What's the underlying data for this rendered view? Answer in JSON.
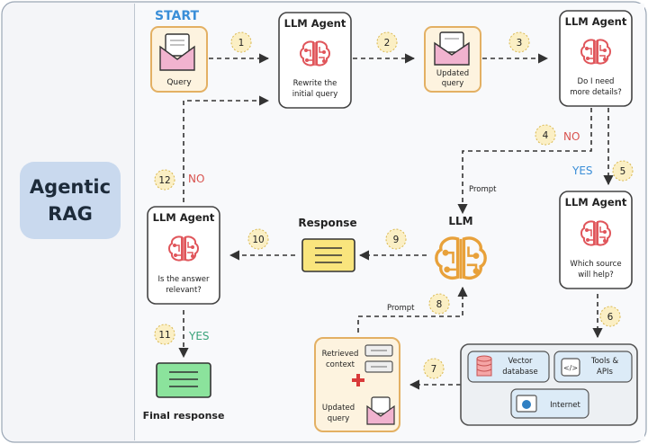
{
  "sidebar": {
    "title_line1": "Agentic",
    "title_line2": "RAG"
  },
  "start_label": "START",
  "nodes": {
    "query": {
      "label": "Query"
    },
    "agent_rewrite": {
      "title": "LLM Agent",
      "line1": "Rewrite the",
      "line2": "initial query"
    },
    "updated_query": {
      "line1": "Updated",
      "line2": "query"
    },
    "agent_details": {
      "title": "LLM Agent",
      "line1": "Do I need",
      "line2": "more details?"
    },
    "agent_source": {
      "title": "LLM Agent",
      "line1": "Which source",
      "line2": "will help?"
    },
    "agent_relevant": {
      "title": "LLM Agent",
      "line1": "Is the answer",
      "line2": "relevant?"
    },
    "llm": {
      "title": "LLM"
    },
    "response": {
      "title": "Response"
    },
    "final_response": {
      "label": "Final response"
    },
    "context": {
      "retrieved_line1": "Retrieved",
      "retrieved_line2": "context",
      "updated_line1": "Updated",
      "updated_line2": "query"
    },
    "sources": {
      "vector": {
        "line1": "Vector",
        "line2": "database"
      },
      "tools": {
        "line1": "Tools &",
        "line2": "APIs"
      },
      "internet": {
        "label": "Internet"
      }
    }
  },
  "edges": {
    "prompt_top": "Prompt",
    "prompt_bottom": "Prompt",
    "no_details": "NO",
    "yes_details": "YES",
    "no_relevant": "NO",
    "yes_relevant": "YES"
  },
  "steps": [
    "1",
    "2",
    "3",
    "4",
    "5",
    "6",
    "7",
    "8",
    "9",
    "10",
    "11",
    "12"
  ],
  "colors": {
    "accent_blue": "#3a8ed8",
    "no_red": "#d9534f",
    "yes_green": "#3aa37a",
    "brain_red": "#e0565b",
    "llm_orange": "#e8a13a",
    "step_fill": "#fbefc4",
    "query_fill": "#fdf3df",
    "query_stroke": "#e3b063",
    "sidebar_fill": "#c9d9ee"
  },
  "icons": [
    "envelope-icon",
    "brain-icon",
    "document-icon",
    "database-icon",
    "code-icon",
    "globe-icon",
    "plus-icon"
  ]
}
